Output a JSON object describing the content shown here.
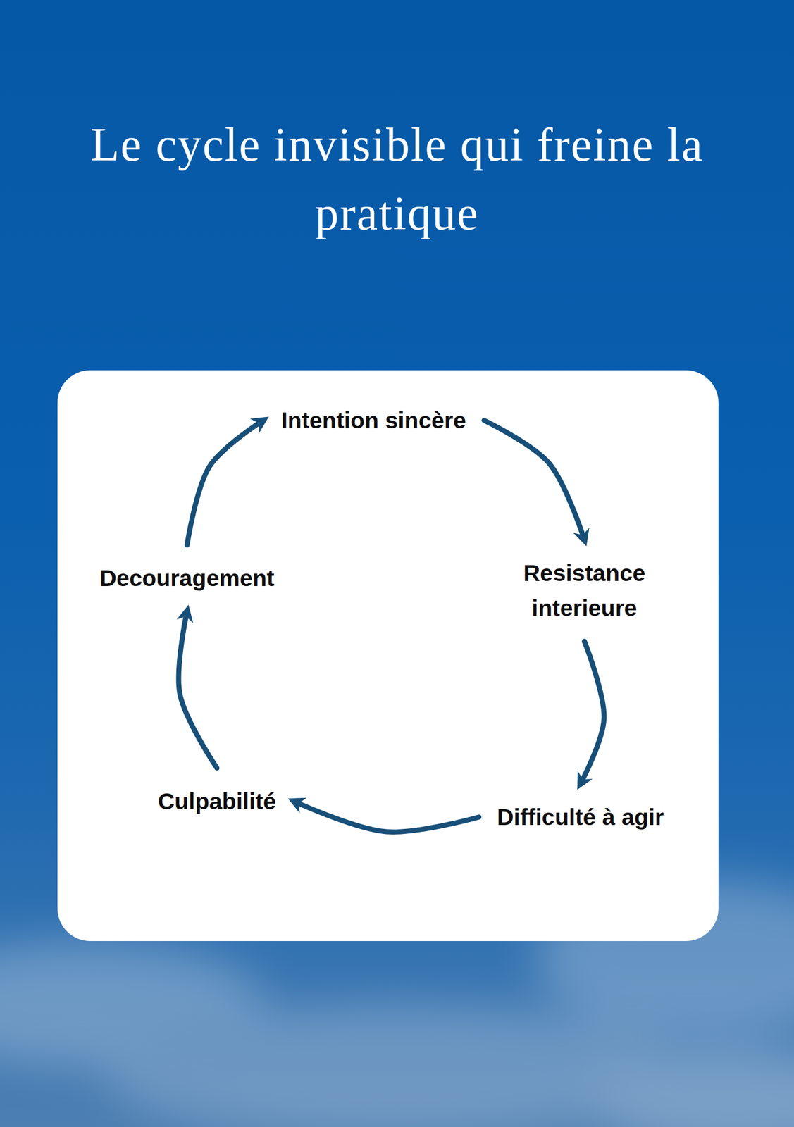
{
  "diagram": {
    "title": "Le cycle invisible qui freine la pratique",
    "nodes": [
      {
        "text": [
          "Intention sincère"
        ]
      },
      {
        "text": [
          "Resistance interieure"
        ]
      },
      {
        "text": [
          "Difficulté à agir"
        ]
      },
      {
        "text": [
          "Culpabilité"
        ]
      },
      {
        "text": [
          "Decouragement"
        ]
      }
    ],
    "edges": [
      {
        "from": 0,
        "to": 1,
        "arrow": "to"
      },
      {
        "from": 1,
        "to": 2,
        "arrow": "to"
      },
      {
        "from": 2,
        "to": 3,
        "arrow": "to"
      },
      {
        "from": 3,
        "to": 4,
        "arrow": "to"
      },
      {
        "from": 4,
        "to": 0,
        "arrow": "to"
      }
    ]
  }
}
